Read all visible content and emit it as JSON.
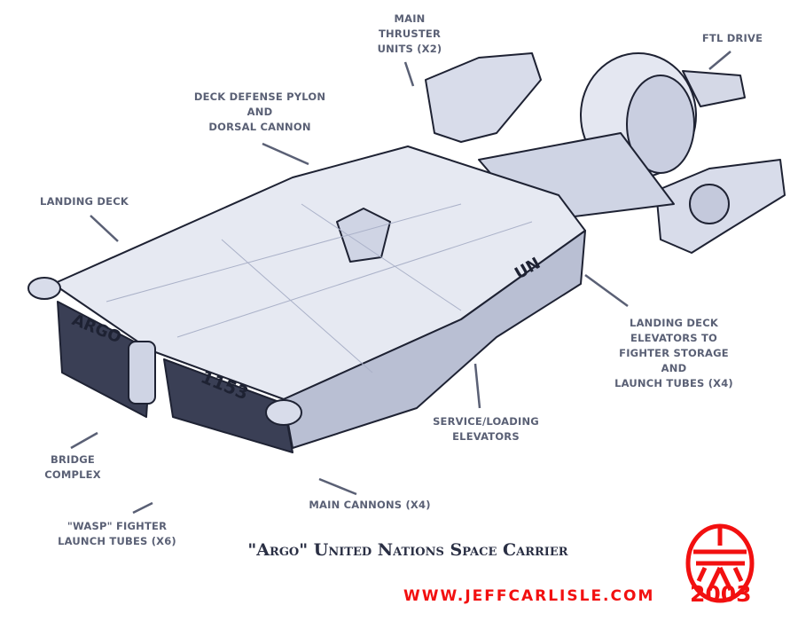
{
  "labels": {
    "main_thruster": [
      "MAIN",
      "THRUSTER",
      "UNITS (X2)"
    ],
    "ftl_drive": [
      "FTL DRIVE"
    ],
    "deck_defense": [
      "DECK DEFENSE PYLON",
      "AND",
      "DORSAL CANNON"
    ],
    "landing_deck": [
      "LANDING DECK"
    ],
    "elevators": [
      "LANDING DECK",
      "ELEVATORS TO",
      "FIGHTER STORAGE",
      "AND",
      "LAUNCH TUBES (X4)"
    ],
    "service": [
      "SERVICE/LOADING",
      "ELEVATORS"
    ],
    "bridge": [
      "BRIDGE",
      "COMPLEX"
    ],
    "wasp": [
      "\"WASP\" FIGHTER",
      "LAUNCH TUBES (X6)"
    ],
    "main_cannons": [
      "MAIN CANNONS (X4)"
    ]
  },
  "hull_markings": {
    "name": "ARGO",
    "number": "1153",
    "insignia": "UN"
  },
  "title": "\"Argo\" United Nations Space Carrier",
  "url": "WWW.JEFFCARLISLE.COM",
  "year": "2003",
  "colors": {
    "label": "#5a6075",
    "title": "#2a2f44",
    "signature": "#f21010",
    "hull": "#dfe3ef",
    "ink": "#1e2233"
  }
}
